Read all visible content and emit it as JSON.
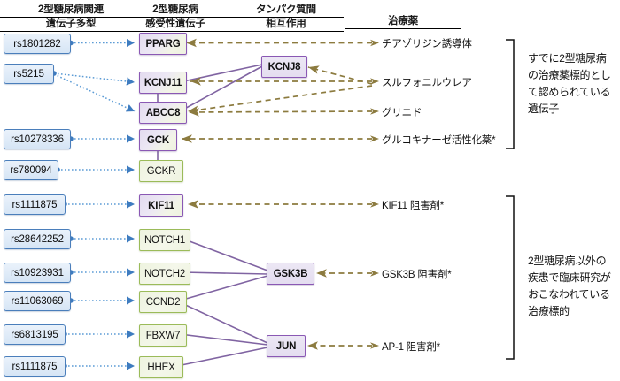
{
  "headers": [
    {
      "name": "snp-column-header",
      "line1": "2型糖尿病関連",
      "line2": "遺伝子多型"
    },
    {
      "name": "gene-column-header",
      "line1": "2型糖尿病",
      "line2": "感受性遺伝子"
    },
    {
      "name": "ppi-column-header",
      "line1": "タンパク質間",
      "line2": "相互作用"
    },
    {
      "name": "drug-column-header",
      "line1": "治療薬",
      "line2": ""
    }
  ],
  "snps": [
    {
      "id": "rs1801282",
      "label": "rs1801282"
    },
    {
      "id": "rs5215",
      "label": "rs5215"
    },
    {
      "id": "rs10278336",
      "label": "rs10278336"
    },
    {
      "id": "rs780094",
      "label": "rs780094"
    },
    {
      "id": "rs1111875a",
      "label": "rs1111875"
    },
    {
      "id": "rs28642252",
      "label": "rs28642252"
    },
    {
      "id": "rs10923931",
      "label": "rs10923931"
    },
    {
      "id": "rs11063069",
      "label": "rs11063069"
    },
    {
      "id": "rs6813195",
      "label": "rs6813195"
    },
    {
      "id": "rs1111875b",
      "label": "rs1111875"
    }
  ],
  "genes": [
    {
      "id": "PPARG",
      "label": "PPARG",
      "style": "purple"
    },
    {
      "id": "KCNJ11",
      "label": "KCNJ11",
      "style": "purple"
    },
    {
      "id": "ABCC8",
      "label": "ABCC8",
      "style": "purple"
    },
    {
      "id": "GCK",
      "label": "GCK",
      "style": "purple"
    },
    {
      "id": "GCKR",
      "label": "GCKR",
      "style": "green"
    },
    {
      "id": "KIF11",
      "label": "KIF11",
      "style": "purple"
    },
    {
      "id": "NOTCH1",
      "label": "NOTCH1",
      "style": "green"
    },
    {
      "id": "NOTCH2",
      "label": "NOTCH2",
      "style": "green"
    },
    {
      "id": "CCND2",
      "label": "CCND2",
      "style": "green"
    },
    {
      "id": "FBXW7",
      "label": "FBXW7",
      "style": "green"
    },
    {
      "id": "HHEX",
      "label": "HHEX",
      "style": "green"
    }
  ],
  "ppi_nodes": [
    {
      "id": "KCNJ8",
      "label": "KCNJ8"
    },
    {
      "id": "GSK3B",
      "label": "GSK3B"
    },
    {
      "id": "JUN",
      "label": "JUN"
    }
  ],
  "drugs": [
    {
      "id": "tzd",
      "label": "チアゾリジン誘導体"
    },
    {
      "id": "su",
      "label": "スルフォニルウレア"
    },
    {
      "id": "glinide",
      "label": "グリニド"
    },
    {
      "id": "gka",
      "label": "グルコキナーゼ活性化薬*"
    },
    {
      "id": "kif11i",
      "label": "KIF11 阻害剤*"
    },
    {
      "id": "gsk3bi",
      "label": "GSK3B 阻害剤*"
    },
    {
      "id": "ap1i",
      "label": "AP-1 阻害剤*"
    }
  ],
  "annotations": [
    {
      "id": "approved-targets",
      "text": "すでに2型糖尿病の治療薬標的として認められている遺伝子"
    },
    {
      "id": "investigational-targets",
      "text": "2型糖尿病以外の疾患で臨床研究がおこなわれている治療標的"
    }
  ],
  "colors": {
    "snp_border": "#4a7ebb",
    "snp_fill": "#dcebf7",
    "gene_purple_border": "#8a58b4",
    "gene_green_border": "#9bbb59",
    "snp_edge": "#5b9bd5",
    "ppi_edge": "#8064a2",
    "drug_edge": "#8c7b3f"
  }
}
